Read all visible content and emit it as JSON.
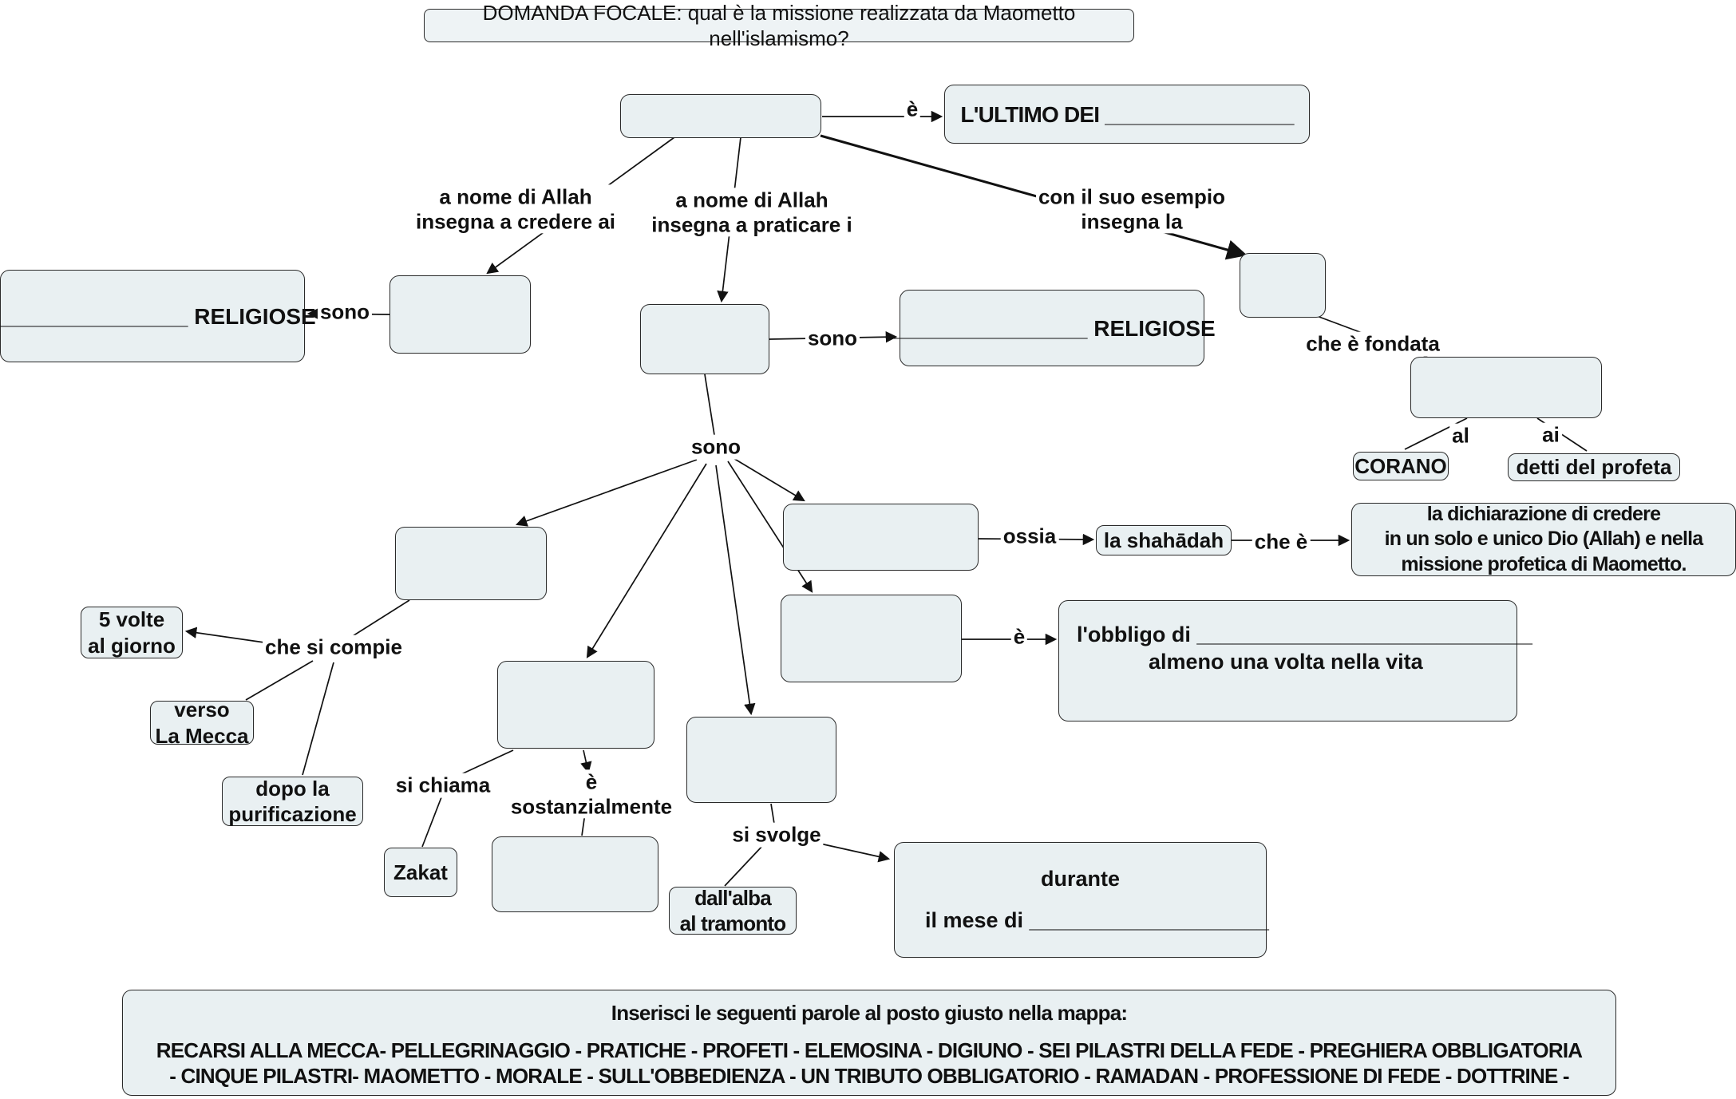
{
  "focus_question": "DOMANDA FOCALE: qual è la missione realizzata da Maometto nell'islamismo?",
  "connector_labels": {
    "e_top": "è",
    "credere_l1": "a nome di Allah",
    "credere_l2": "insegna a credere ai",
    "praticare_l1": "a nome di Allah",
    "praticare_l2": "insegna a praticare i",
    "esempio_l1": "con il suo esempio",
    "esempio_l2": "insegna la",
    "sono_left": "sono",
    "sono_mid": "sono",
    "sono_hub": "sono",
    "fondata": "che è fondata",
    "al": "al",
    "ai": "ai",
    "ossia": "ossia",
    "che_e": "che è",
    "e_pellegrinaggio": "è",
    "che_si_compie": "che si compie",
    "si_chiama": "si chiama",
    "sost_l1": "è",
    "sost_l2": "sostanzialmente",
    "si_svolge": "si svolge"
  },
  "filled_boxes": {
    "ultimo_dei": "L'ULTIMO DEI ________________",
    "religiose_left": "________________ RELIGIOSE",
    "religiose_mid": "________________ RELIGIOSE",
    "corano": "CORANO",
    "detti_profeta": "detti del profeta",
    "shahadah": "la shahādah",
    "dichiarazione_l1": "la dichiarazione di credere",
    "dichiarazione_l2": "in un solo e unico Dio (Allah) e nella",
    "dichiarazione_l3": "missione profetica di Maometto.",
    "obbligo_l1": "l'obbligo di ____________________________",
    "obbligo_l2": "almeno una volta nella vita",
    "cinque_volte_l1": "5 volte",
    "cinque_volte_l2": "al giorno",
    "verso_l1": "verso",
    "verso_l2": "La Mecca",
    "dopo_l1": "dopo la",
    "dopo_l2": "purificazione",
    "zakat": "Zakat",
    "dallalba_l1": "dall'alba",
    "dallalba_l2": "al tramonto",
    "durante_l1": "durante",
    "durante_l2": "il mese di ____________________"
  },
  "word_bank": {
    "heading": "Inserisci le seguenti parole al posto giusto nella mappa:",
    "line1": "RECARSI ALLA MECCA- PELLEGRINAGGIO  - PRATICHE - PROFETI - ELEMOSINA - DIGIUNO - SEI PILASTRI DELLA FEDE - PREGHIERA OBBLIGATORIA",
    "line2": "- CINQUE PILASTRI- MAOMETTO - MORALE - SULL'OBBEDIENZA - UN TRIBUTO OBBLIGATORIO - RAMADAN - PROFESSIONE DI FEDE - DOTTRINE -"
  },
  "colors": {
    "node_fill": "#e9f0f2",
    "node_border": "#2a2a2a",
    "text": "#111111",
    "background": "#ffffff"
  }
}
